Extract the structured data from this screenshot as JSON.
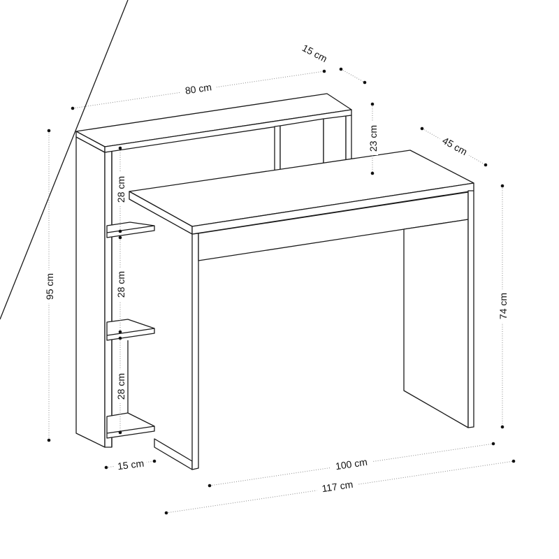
{
  "diagram": {
    "subject": "desk-with-side-shelves-and-hutch",
    "unit": "cm",
    "colors": {
      "line": "#1a1a1a",
      "dimension_line": "#8a8a8a",
      "background": "#ffffff"
    },
    "dimensions": {
      "hutch_width": {
        "label": "80 cm",
        "value": 80
      },
      "hutch_depth": {
        "label": "15 cm",
        "value": 15
      },
      "hutch_height": {
        "label": "23 cm",
        "value": 23
      },
      "desk_depth": {
        "label": "45 cm",
        "value": 45
      },
      "total_height": {
        "label": "95 cm",
        "value": 95
      },
      "desk_height": {
        "label": "74 cm",
        "value": 74
      },
      "shelf_spacing_top": {
        "label": "28 cm",
        "value": 28
      },
      "shelf_spacing_middle": {
        "label": "28 cm",
        "value": 28
      },
      "shelf_spacing_bottom": {
        "label": "28 cm",
        "value": 28
      },
      "shelf_unit_depth": {
        "label": "15 cm",
        "value": 15
      },
      "desk_width": {
        "label": "100 cm",
        "value": 100
      },
      "total_width": {
        "label": "117 cm",
        "value": 117
      }
    }
  }
}
